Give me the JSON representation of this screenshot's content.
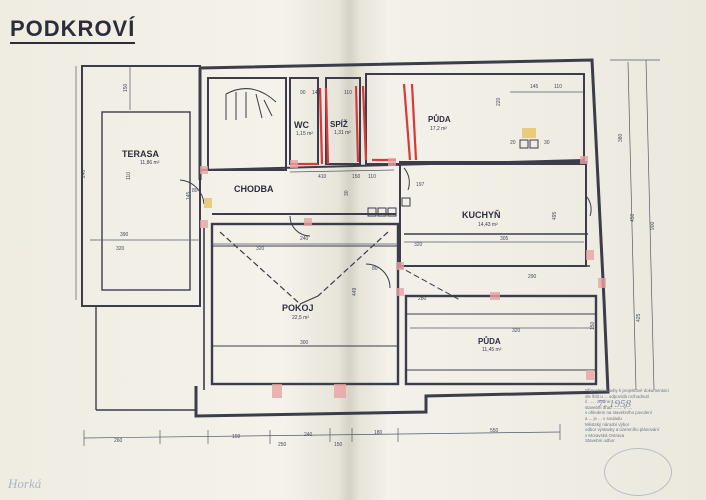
{
  "title": "PODKROVÍ",
  "rooms": {
    "terasa": {
      "name": "TERASA",
      "area": "11,86 m²"
    },
    "wc": {
      "name": "WC",
      "area": "1,15 m²"
    },
    "spiz": {
      "name": "SPÍŽ",
      "area": "1,31 m²"
    },
    "puda_top": {
      "name": "PŮDA",
      "area": "17,2 m²"
    },
    "chodba": {
      "name": "CHODBA",
      "area": ""
    },
    "kuchyn": {
      "name": "KUCHYŇ",
      "area": "14,43 m²"
    },
    "pokoj": {
      "name": "POKOJ",
      "area": "22,5 m²"
    },
    "puda_bottom": {
      "name": "PŮDA",
      "area": "11,45 m²"
    }
  },
  "dims": {
    "top": [
      "90",
      "145",
      "110",
      "145",
      "110"
    ],
    "left": [
      "150",
      "240",
      "110",
      "145"
    ],
    "right": [
      "380",
      "450",
      "425",
      "900"
    ],
    "inner": [
      "390",
      "320",
      "320",
      "410",
      "80",
      "150",
      "110",
      "320",
      "240",
      "80",
      "197",
      "305",
      "290",
      "280",
      "320",
      "300",
      "449",
      "150",
      "495",
      "220",
      "30",
      "20",
      "30"
    ],
    "bottom": [
      "260",
      "150",
      "250",
      "240",
      "150",
      "180",
      "550"
    ]
  },
  "stamp": {
    "lines": [
      "Přípustné stavby k projektové dokumentaci",
      "dle lhůt u ... odpovídá rozhodnutí",
      "č. ..... ze dne ...............",
      "stavební úřad ........ v ....",
      "s ohledem na stavebního povolení",
      "a ... je ... v souladu",
      "Městský národní výbor",
      "odbor výstavby a územního plánování",
      "v Moravská Ostrava",
      "Stavební odbor"
    ],
    "date": "7. 1958"
  },
  "signature": "Horká"
}
